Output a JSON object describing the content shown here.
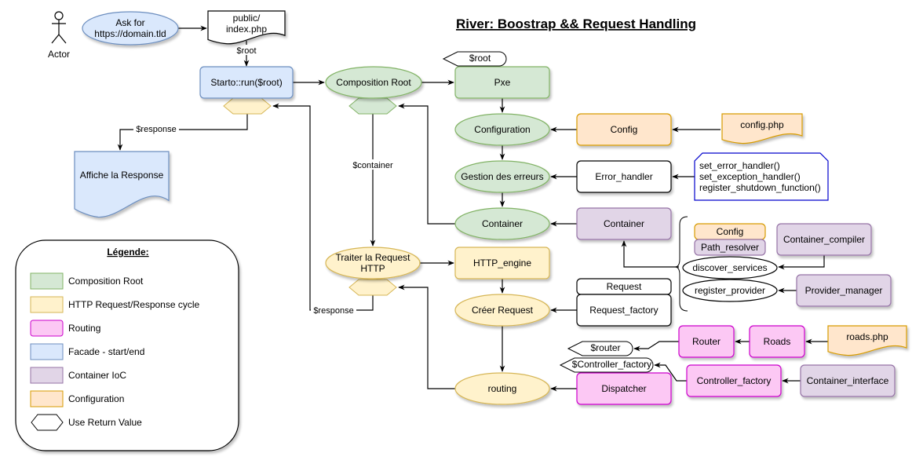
{
  "title": "River: Boostrap && Request Handling",
  "colors": {
    "composition_root": {
      "fill": "#d5e8d4",
      "stroke": "#82b366"
    },
    "http_cycle": {
      "fill": "#fff2cc",
      "stroke": "#d6b656"
    },
    "routing": {
      "fill": "#fcc8f4",
      "stroke": "#cc00cc"
    },
    "facade": {
      "fill": "#dae8fc",
      "stroke": "#6c8ebf"
    },
    "container_ioc": {
      "fill": "#e1d5e7",
      "stroke": "#9673a6"
    },
    "configuration": {
      "fill": "#ffe6cc",
      "stroke": "#d79b00"
    },
    "plain": {
      "fill": "#ffffff",
      "stroke": "#000000"
    },
    "note_blue": {
      "fill": "#ffffff",
      "stroke": "#0000cc"
    }
  },
  "actor": {
    "label": "Actor"
  },
  "nodes": {
    "ask": {
      "label": [
        "Ask for",
        "https://domain.tld"
      ]
    },
    "index": {
      "label": [
        "public/",
        "index.php"
      ]
    },
    "starto": {
      "label": [
        "Starto::run($root)"
      ]
    },
    "affiche": {
      "label": [
        "Affiche la Response"
      ]
    },
    "composition_root": {
      "label": [
        "Composition Root"
      ]
    },
    "pxe": {
      "label": [
        "Pxe"
      ]
    },
    "root_tag": {
      "label": [
        "$root"
      ]
    },
    "configuration": {
      "label": [
        "Configuration"
      ]
    },
    "config": {
      "label": [
        "Config"
      ]
    },
    "config_php": {
      "label": [
        "config.php"
      ]
    },
    "gestion_erreurs": {
      "label": [
        "Gestion des erreurs"
      ]
    },
    "error_handler": {
      "label": [
        "Error_handler"
      ]
    },
    "handlers_note": {
      "label": [
        "set_error_handler()",
        "set_exception_handler()",
        "register_shutdown_function()"
      ]
    },
    "container_ellipse": {
      "label": [
        "Container"
      ]
    },
    "container_box": {
      "label": [
        "Container"
      ]
    },
    "config_small": {
      "label": [
        "Config"
      ]
    },
    "path_resolver": {
      "label": [
        "Path_resolver"
      ]
    },
    "discover_services": {
      "label": [
        "discover_services"
      ]
    },
    "register_provider": {
      "label": [
        "register_provider"
      ]
    },
    "container_compiler": {
      "label": [
        "Container_compiler"
      ]
    },
    "provider_manager": {
      "label": [
        "Provider_manager"
      ]
    },
    "traiter": {
      "label": [
        "Traiter la Request",
        "HTTP"
      ]
    },
    "http_engine": {
      "label": [
        "HTTP_engine"
      ]
    },
    "creer_request": {
      "label": [
        "Créer Request"
      ]
    },
    "request": {
      "label": [
        "Request"
      ]
    },
    "request_factory": {
      "label": [
        "Request_factory"
      ]
    },
    "router": {
      "label": [
        "Router"
      ]
    },
    "roads": {
      "label": [
        "Roads"
      ]
    },
    "roads_php": {
      "label": [
        "roads.php"
      ]
    },
    "router_tag": {
      "label": [
        "$router"
      ]
    },
    "controller_factory_tag": {
      "label": [
        "$Controller_factory"
      ]
    },
    "controller_factory": {
      "label": [
        "Controller_factory"
      ]
    },
    "container_interface": {
      "label": [
        "Container_interface"
      ]
    },
    "routing": {
      "label": [
        "routing"
      ]
    },
    "dispatcher": {
      "label": [
        "Dispatcher"
      ]
    }
  },
  "edge_labels": {
    "root": "$root",
    "response_top": "$response",
    "container": "$container",
    "response_mid": "$response"
  },
  "legend": {
    "title": "Légende:",
    "items": [
      {
        "label": "Composition Root",
        "key": "composition_root"
      },
      {
        "label": "HTTP Request/Response cycle",
        "key": "http_cycle"
      },
      {
        "label": "Routing",
        "key": "routing"
      },
      {
        "label": "Facade - start/end",
        "key": "facade"
      },
      {
        "label": "Container IoC",
        "key": "container_ioc"
      },
      {
        "label": "Configuration",
        "key": "configuration"
      },
      {
        "label": "Use Return Value",
        "key": "plain",
        "shape": "hexagon"
      }
    ]
  }
}
